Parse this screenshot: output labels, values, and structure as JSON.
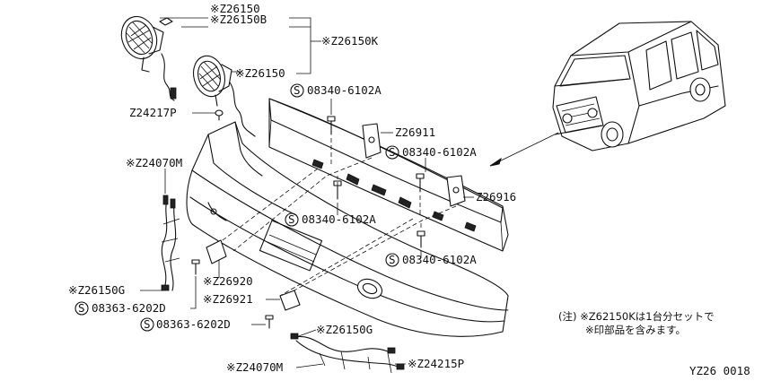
{
  "diagram_code": "YZ26 0018",
  "labels": {
    "fog_lamp_1": "※Z26150",
    "fog_lamp_bracket": "※Z26150B",
    "fog_lamp_kit": "※Z26150K",
    "fog_lamp_2": "※Z26150",
    "clip": "Z24217P",
    "bolt_top": "08340-6102A",
    "bracket_z26911": "Z26911",
    "bolt_mid_right": "08340-6102A",
    "bracket_z26916": "Z26916",
    "bolt_center": "08340-6102A",
    "bolt_lower_right": "08340-6102A",
    "harness_left": "※Z24070M",
    "harness_g_left": "※Z26150G",
    "bracket_z26920": "※Z26920",
    "screw_left": "08363-6202D",
    "bracket_z26921": "※Z26921",
    "screw_bottom": "08363-6202D",
    "harness_g_bottom": "※Z26150G",
    "harness_bottom": "※Z24070M",
    "harness_z24215p": "※Z24215P"
  },
  "note": {
    "line1": "(注) ※Z62150Kは1台分セットで",
    "line2": "※印部品を含みます。"
  }
}
